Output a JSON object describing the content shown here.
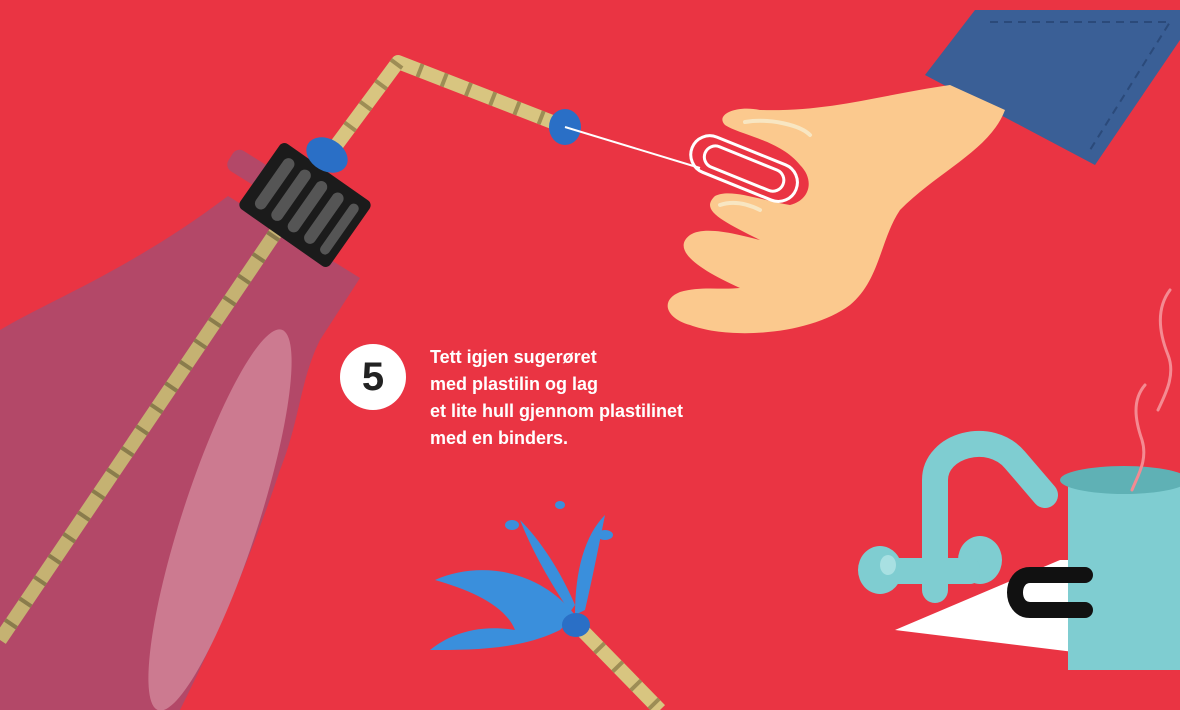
{
  "step": {
    "number": "5"
  },
  "instruction": {
    "lines": [
      "Tett igjen sugerøret",
      "med plastilin og lag",
      "et lite hull gjennom plastilinet",
      "med en binders."
    ]
  },
  "colors": {
    "background": "#ea3443",
    "bottle": "#b34868",
    "straw": "#c5b272",
    "plasticine": "#2a6fc6",
    "cap": "#1b1b1b",
    "skin": "#fbc98e",
    "sleeve": "#3a5f96",
    "water": "#3a8fdc",
    "pot": "#7fcdd1"
  },
  "icons": [
    "bottle-icon",
    "bottle-cap-icon",
    "straw-icon",
    "paperclip-icon",
    "hand-icon",
    "water-splash-icon",
    "faucet-icon",
    "pot-icon",
    "steam-icon"
  ]
}
